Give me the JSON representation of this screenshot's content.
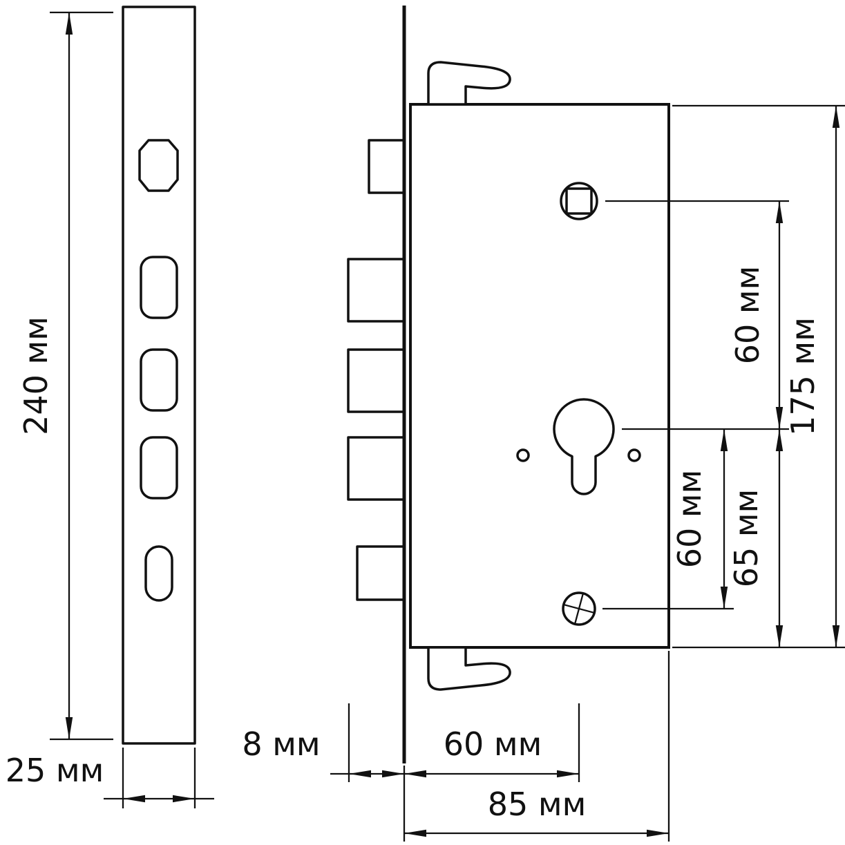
{
  "labels": {
    "plate_height": "240 мм",
    "plate_width": "25 мм",
    "bolt_throw": "8 мм",
    "backset": "60 мм",
    "body_width": "85 мм",
    "spindle_to_cylinder": "60 мм",
    "cylinder_to_screw": "60 мм",
    "cylinder_to_bottom": "65 мм",
    "body_height": "175 мм"
  },
  "colors": {
    "line": "#111111",
    "background": "#ffffff"
  }
}
